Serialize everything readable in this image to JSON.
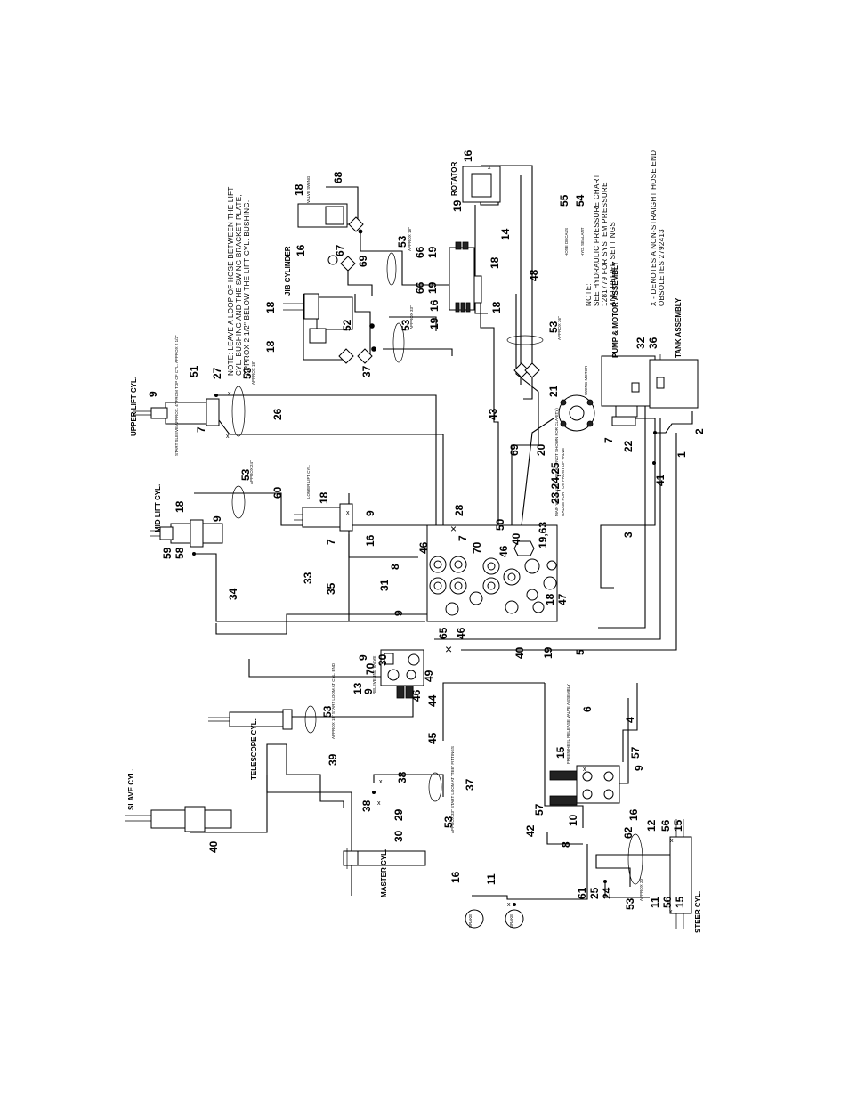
{
  "title": "",
  "components": {
    "upper_lift_cyl": "UPPER LIFT CYL.",
    "mid_lift_cyl": "MID LIFT CYL.",
    "jib_cylinder": "JIB CYLINDER",
    "rotator": "ROTATOR",
    "pump_motor": "PUMP & MOTOR ASSEMBLY",
    "tank": "TANK ASSEMBLY",
    "telescope_cyl": "TELESCOPE CYL.",
    "slave_cyl": "SLAVE CYL.",
    "master_cyl": "MASTER CYL.",
    "steer_cyl": "STEER CYL.",
    "lower_lift_cyl": "LOWER LIFT CYL.",
    "swing_motor": "SWING MOTOR",
    "brake_left": "BRAKE",
    "brake_right": "BRAKE",
    "valve_swing": "VALVE SWING",
    "leveling_valve": "RELEVELING VALVE",
    "freewheel_valve": "FREEWHEEL RELEASE VALVE ASSEMBLY"
  },
  "notes": {
    "sleeve_note": "START SLEEVE APPROX. 4\" FROM TOP OF CYL. APPROX 2 1/2\"",
    "jib_note": [
      "NOTE: LEAVE A LOOP OF HOSE BETWEEN THE LIFT",
      "CYL. BUSHING AND THE SWING BRACKET PLATE,",
      "APPROX 2 1/2\" BELOW THE LIFT CYL. BUSHING."
    ],
    "pressure_note": [
      "NOTE:",
      "SEE HYDRAULIC PRESSURE CHART",
      "1281779 FOR SYSTEM PRESSURE",
      "AND RELIEF SETTINGS"
    ],
    "hose_decals": "HOSE DECALS",
    "hyd_sealant": "HYD. SEALANT",
    "x_note": [
      "X - DENOTES A NON-STRAIGHT HOSE END",
      "OBSOLETES 2792413"
    ],
    "main_valve_note": "MAIN VALVE ASSY (DECALS NOT SHOWN FOR CLARITY)",
    "gauge_port": "GAUGE PORT ON FRONT OF VALVE",
    "approx_18_a": "APPROX 18\"",
    "approx_18_b": "APPROX 18\"",
    "approx_24": "APPROX 24\"",
    "approx_33_a": "APPROX 33\"",
    "approx_33_b": "APPROX 33\"",
    "approx_36": "APPROX 36\"",
    "approx_20": "APPROX 20\"",
    "approx_33_tee": "APPROX 33\" START LOOM AT \"TEE\" FITTINGS",
    "telescope_loom": "APPROX 18\" START LOOM AT CYL. END"
  },
  "callouts": {
    "c16_rot": "16",
    "c19_rot": "19",
    "c68": "68",
    "c18_jib": "18",
    "c16_jib": "16",
    "c67": "67",
    "c53_r1": "53",
    "c66_a": "66",
    "c19_a": "19",
    "c69_a": "69",
    "c14": "14",
    "c55": "55",
    "c54": "54",
    "c18_v1": "18",
    "c66_b": "66",
    "c19_b": "19",
    "c16_b": "16",
    "c19_c": "19",
    "c18_v2": "18",
    "c48": "48",
    "c53_r2": "53",
    "c37_a": "37",
    "c53_r3": "53",
    "c52": "52",
    "c18_j1": "18",
    "c18_j2": "18",
    "c51": "51",
    "c27": "27",
    "c53_u": "53",
    "c9_u": "9",
    "c7_u": "7",
    "c26": "26",
    "c21": "21",
    "c43": "43",
    "c69_b": "69",
    "c20": "20",
    "c7_p": "7",
    "c22": "22",
    "c1": "1",
    "c2": "2",
    "c32": "32",
    "c36": "36",
    "c41": "41",
    "c3": "3",
    "c23": "23,24,25",
    "c53_m": "53",
    "c60": "60",
    "c18_ml": "18",
    "c9_ml": "9",
    "c59": "59",
    "c58": "58",
    "c18_ll": "18",
    "c9_ll": "9",
    "c7_ll": "7",
    "c16_ll": "16",
    "c28": "28",
    "c7_v": "7",
    "c50": "50",
    "c40_a": "40",
    "c19_63": "19,63",
    "c46_a": "46",
    "c46_b": "46",
    "c70_a": "70",
    "c8_a": "8",
    "c31": "31",
    "c9_v": "9",
    "c33": "33",
    "c35": "35",
    "c34": "34",
    "c18_47": "18",
    "c47": "47",
    "c40_b": "40",
    "c19_d": "19",
    "c65": "65",
    "c46_c": "46",
    "c5": "5",
    "c9_lv": "9",
    "c70_b": "70",
    "c30_a": "30",
    "c13": "13",
    "c9_lv2": "9",
    "c46_d": "46",
    "c49": "49",
    "c44": "44",
    "c45": "45",
    "c53_t": "53",
    "c6": "6",
    "c4": "4",
    "c39": "39",
    "c37_b": "37",
    "c38_a": "38",
    "c38_b": "38",
    "c29": "29",
    "c30_b": "30",
    "c53_s": "53",
    "c40_s": "40",
    "c15_a": "15",
    "c57_a": "57",
    "c9_f": "9",
    "c57_b": "57",
    "c10": "10",
    "c16_f": "16",
    "c62": "62",
    "c12": "12",
    "c56_a": "56",
    "c15_b": "15",
    "c8_b": "8",
    "c16_br": "16",
    "c42": "42",
    "c11_a": "11",
    "c61": "61",
    "c25": "25",
    "c24": "24",
    "c53_b": "53",
    "c11_b": "11",
    "c56_b": "56",
    "c15_c": "15"
  }
}
